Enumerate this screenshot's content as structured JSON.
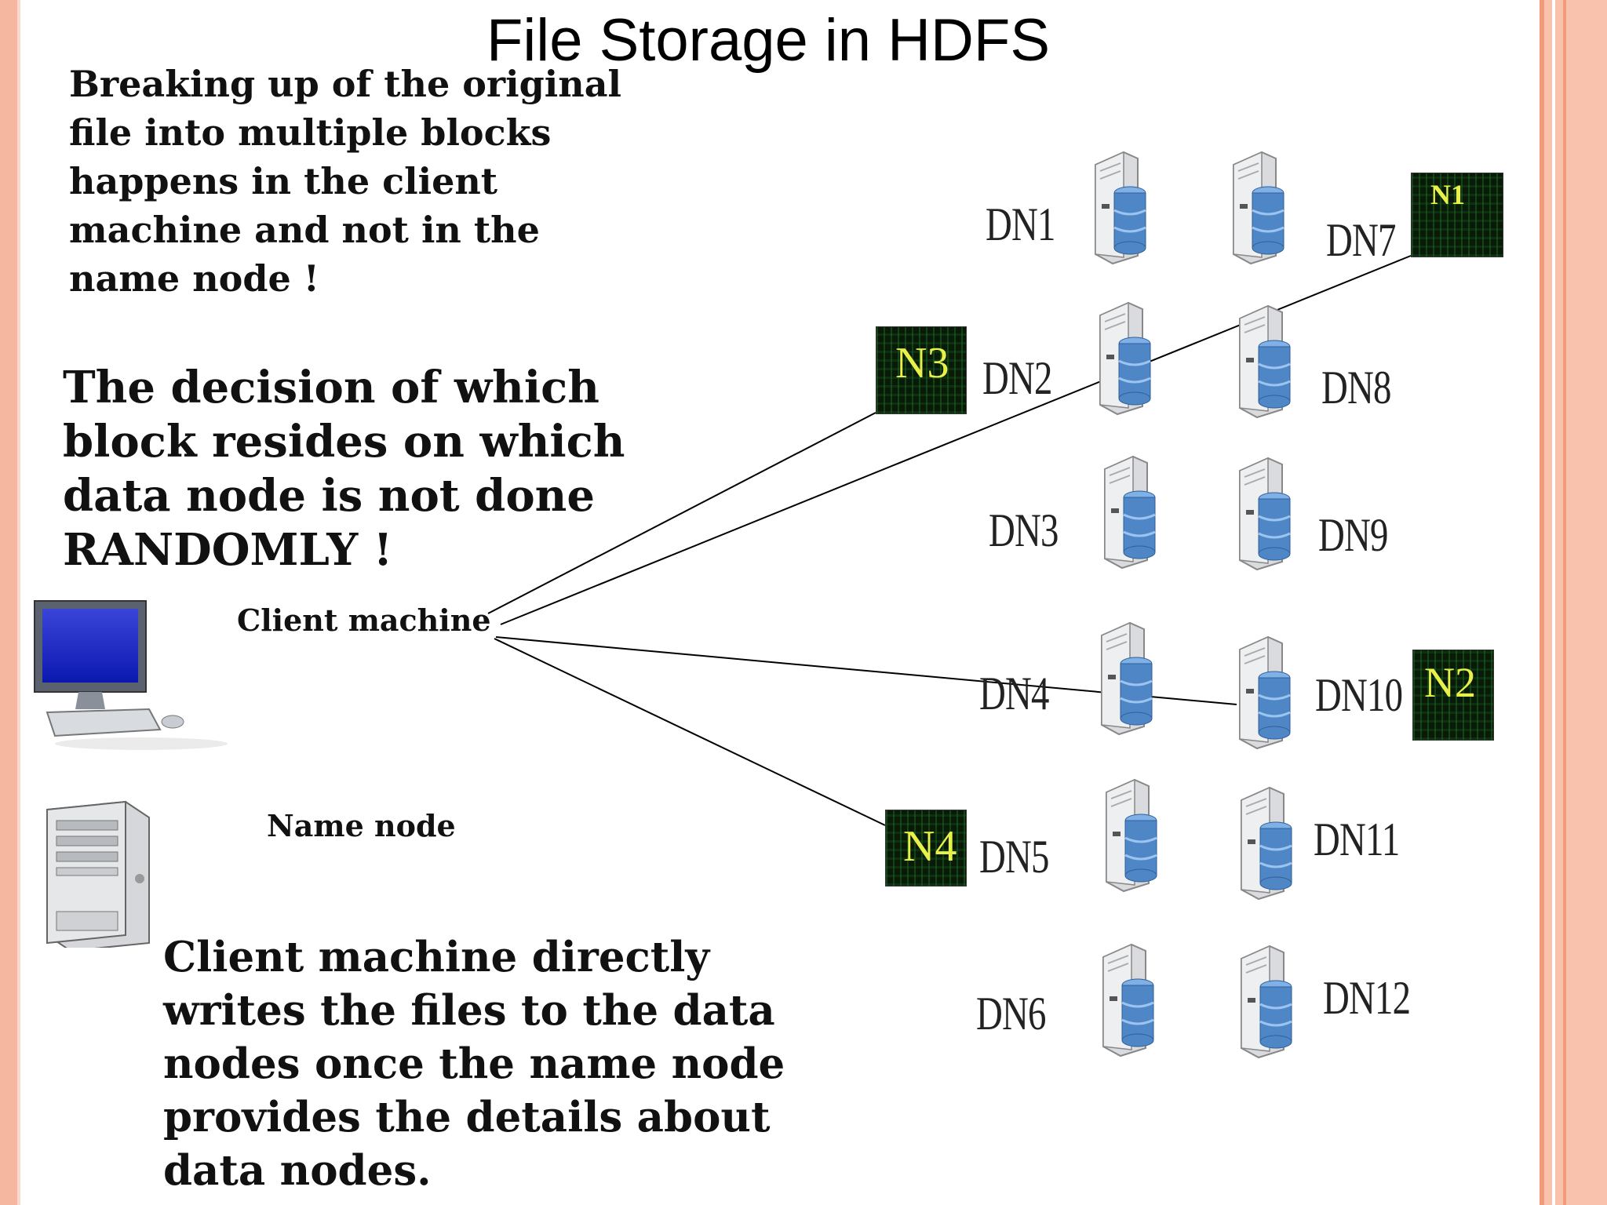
{
  "title": "File Storage in HDFS",
  "text_blocks": {
    "breaking_up": "Breaking up of the original file into multiple blocks happens in the client machine and not in the name node !",
    "decision": "The decision of which block resides on which data node is not done RANDOMLY !",
    "client_writes": "Client machine directly writes the files to the data nodes once the name node provides the details about data nodes."
  },
  "labels": {
    "client_machine": "Client machine",
    "name_node": "Name node"
  },
  "data_nodes": [
    "DN1",
    "DN2",
    "DN3",
    "DN4",
    "DN5",
    "DN6",
    "DN7",
    "DN8",
    "DN9",
    "DN10",
    "DN11",
    "DN12"
  ],
  "blocks": [
    "N1",
    "N2",
    "N3",
    "N4"
  ],
  "colors": {
    "frame": "#f6b7a0",
    "block_bg": "#0a1a08",
    "block_text": "#e8f04a",
    "server_disk": "#4f86c6"
  }
}
